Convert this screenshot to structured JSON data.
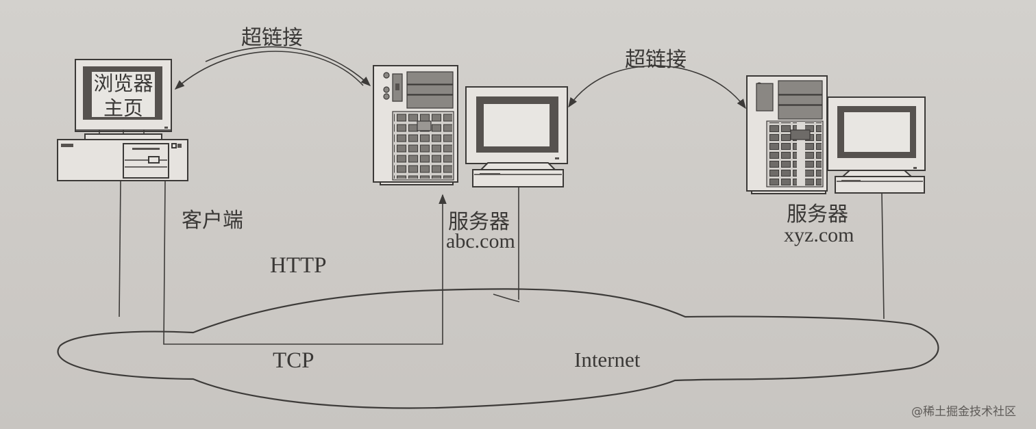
{
  "diagram": {
    "type": "network-architecture",
    "nodes": {
      "client": {
        "label": "客户端",
        "screen_line1": "浏览器",
        "screen_line2": "主页"
      },
      "server_abc": {
        "label": "服务器",
        "domain": "abc.com"
      },
      "server_xyz": {
        "label": "服务器",
        "domain": "xyz.com"
      }
    },
    "links": [
      {
        "from": "client",
        "to": "server_abc",
        "label": "超链接"
      },
      {
        "from": "server_abc",
        "to": "server_xyz",
        "label": "超链接"
      }
    ],
    "protocols": {
      "http": "HTTP",
      "tcp": "TCP"
    },
    "network": {
      "label": "Internet"
    },
    "colors": {
      "background": "#cfccc8",
      "stroke": "#3d3b39",
      "text": "#3a3836"
    }
  },
  "watermark": "@稀土掘金技术社区"
}
